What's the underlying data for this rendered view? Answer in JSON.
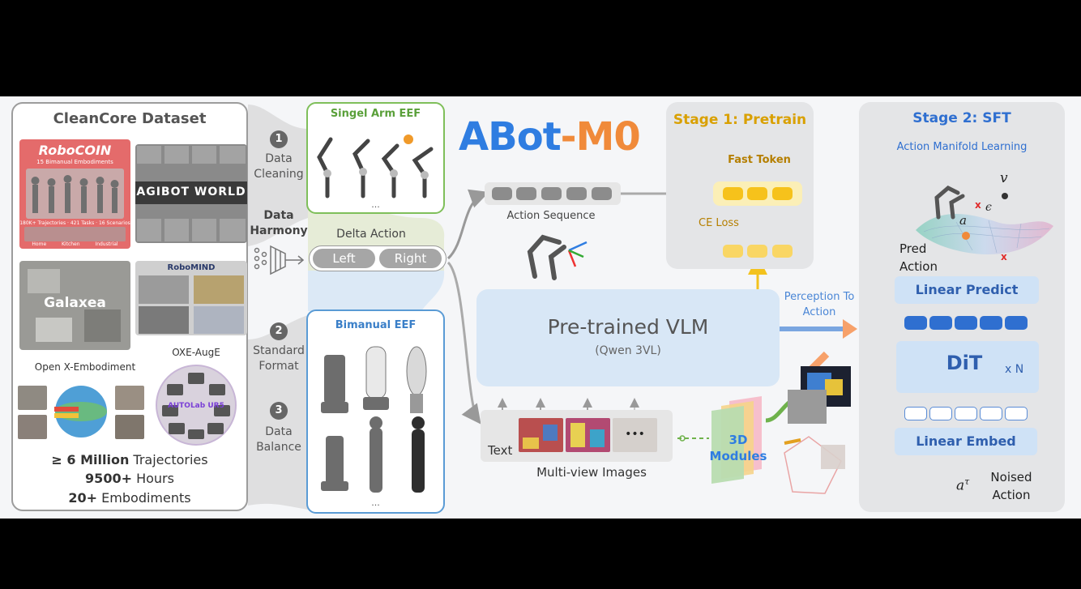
{
  "dataset": {
    "title": "CleanCore Dataset",
    "robocoin_title": "RoboCOIN",
    "robocoin_sub": "15 Bimanual Embodiments",
    "robocoin_stats": "180K+ Trajectories · 421 Tasks · 16 Scenarios",
    "robocoin_tags": [
      "Home",
      "Kitchen",
      "Industrial"
    ],
    "agibot": "AGIBOT WORLD",
    "galaxea": "Galaxea",
    "robomind": "RoboMIND",
    "oxe_auge": "OXE-AugE",
    "oxe_auge_inner": "AUTOLab UR5",
    "open_x": "Open X-Embodiment",
    "stats": {
      "traj_num": "≥ 6 Million",
      "traj_word": "Trajectories",
      "hours_num": "9500+",
      "hours_word": "Hours",
      "emb_num": "20+",
      "emb_word": "Embodiments"
    }
  },
  "steps": {
    "s1_num": "1",
    "s1_label": "Data Cleaning",
    "harmony_label": "Data Harmony",
    "s2_num": "2",
    "s2_label": "Standard Format",
    "s3_num": "3",
    "s3_label": "Data Balance"
  },
  "eef": {
    "single_title": "Singel Arm EEF",
    "single_more": "...",
    "bimanual_title": "Bimanual EEF",
    "bimanual_more": "..."
  },
  "delta": {
    "label": "Delta Action",
    "left": "Left",
    "right": "Right"
  },
  "title": {
    "part1": "ABot",
    "dash": "-",
    "part2": "M0"
  },
  "action_sequence": "Action Sequence",
  "vlm": {
    "title": "Pre-trained VLM",
    "sub": "(Qwen 3VL)"
  },
  "inputs": {
    "text": "Text",
    "images_label": "Multi-view Images",
    "ellipsis": "•••"
  },
  "modules_3d": "3D Modules",
  "perception": "Perception To Action",
  "stage1": {
    "title": "Stage 1: Pretrain",
    "fast_token": "Fast Token",
    "ce_loss": "CE Loss"
  },
  "stage2": {
    "title": "Stage 2: SFT",
    "subtitle": "Action Manifold Learning",
    "v_symbol": "v",
    "a_symbol": "a",
    "eps_symbol": "ϵ",
    "x_mark": "x",
    "pred_action": "Pred Action",
    "linear_predict": "Linear Predict",
    "dit": "DiT",
    "xn": "x N",
    "linear_embed": "Linear Embed",
    "a_tau": "a",
    "tau": "τ",
    "noised_action": "Noised Action"
  },
  "colors": {
    "title_blue": "#2f7de1",
    "title_orange": "#f08a3a",
    "stage1_gold": "#d9a000",
    "stage2_blue": "#2f6fd0",
    "green_border": "#7fbf5a",
    "blue_border": "#5a9bd5"
  }
}
